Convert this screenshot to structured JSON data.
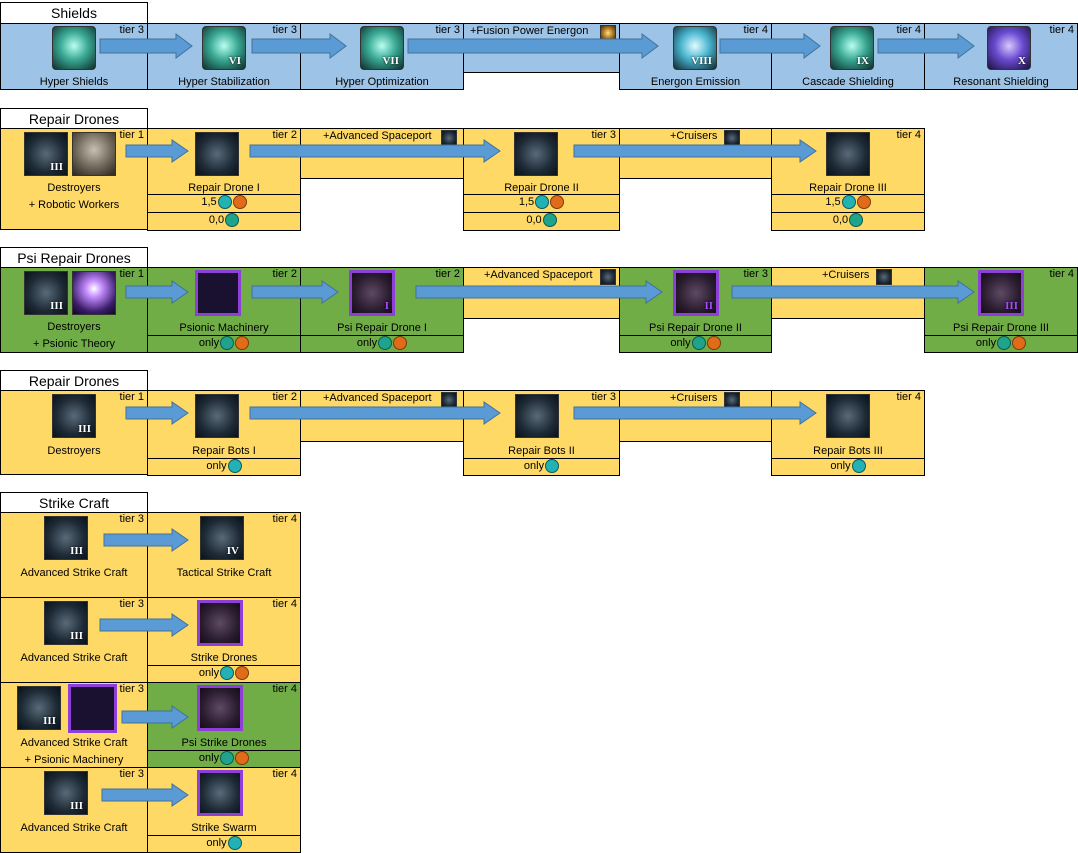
{
  "colors": {
    "blue": "#9dc3e6",
    "yellow": "#ffd966",
    "green": "#70ad47",
    "arrow": "#5b9bd5",
    "purple_border": "#8e3fd8"
  },
  "sections": {
    "shields": {
      "title": "Shields",
      "cells": [
        {
          "label": "Hyper Shields",
          "tier": "tier 3",
          "icon": "shield-icon"
        },
        {
          "label": "Hyper Stabilization",
          "tier": "tier 3",
          "icon": "shield-icon",
          "roman": "VI"
        },
        {
          "label": "Hyper Optimization",
          "tier": "tier 3",
          "icon": "shield-icon",
          "roman": "VII"
        },
        {
          "label": "Energon Emission",
          "tier": "tier 4",
          "icon": "shield-icon",
          "roman": "VIII"
        },
        {
          "label": "Cascade Shielding",
          "tier": "tier 4",
          "icon": "shield-icon",
          "roman": "IX"
        },
        {
          "label": "Resonant Shielding",
          "tier": "tier 4",
          "icon": "shield-icon",
          "roman": "X"
        }
      ],
      "requirement": "+Fusion Power Energon"
    },
    "repair_drones": {
      "title": "Repair Drones",
      "source": {
        "label": "Destroyers",
        "label2": "+ Robotic Workers",
        "tier": "tier 1",
        "roman": "III"
      },
      "cells": [
        {
          "label": "Repair Drone I",
          "tier": "tier 2",
          "cost": "1,5",
          "upkeep": "0,0"
        },
        {
          "label": "Repair Drone II",
          "tier": "tier 3",
          "cost": "1,5",
          "upkeep": "0,0"
        },
        {
          "label": "Repair Drone III",
          "tier": "tier 4",
          "cost": "1,5",
          "upkeep": "0,0"
        }
      ],
      "req1": "+Advanced Spaceport",
      "req2": "+Cruisers"
    },
    "psi_repair_drones": {
      "title": "Psi Repair Drones",
      "source": {
        "label": "Destroyers",
        "label2": "+ Psionic Theory",
        "tier": "tier 1",
        "roman": "III"
      },
      "cells": [
        {
          "label": "Psionic Machinery",
          "tier": "tier 2",
          "only": "only"
        },
        {
          "label": "Psi Repair Drone I",
          "tier": "tier 2",
          "only": "only",
          "roman": "I"
        },
        {
          "label": "Psi Repair Drone II",
          "tier": "tier 3",
          "only": "only",
          "roman": "II"
        },
        {
          "label": "Psi Repair Drone III",
          "tier": "tier 4",
          "only": "only",
          "roman": "III"
        }
      ],
      "req1": "+Advanced Spaceport",
      "req2": "+Cruisers"
    },
    "repair_bots": {
      "title": "Repair Drones",
      "source": {
        "label": "Destroyers",
        "tier": "tier 1",
        "roman": "III"
      },
      "cells": [
        {
          "label": "Repair Bots I",
          "tier": "tier 2",
          "only": "only"
        },
        {
          "label": "Repair Bots II",
          "tier": "tier 3",
          "only": "only"
        },
        {
          "label": "Repair Bots III",
          "tier": "tier 4",
          "only": "only"
        }
      ],
      "req1": "+Advanced Spaceport",
      "req2": "+Cruisers"
    },
    "strike_craft": {
      "title": "Strike Craft",
      "rows": [
        {
          "source": "Advanced Strike Craft",
          "source_tier": "tier 3",
          "target": "Tactical Strike Craft",
          "target_tier": "tier 4",
          "roman": "III",
          "target_roman": "IV"
        },
        {
          "source": "Advanced Strike Craft",
          "source_tier": "tier 3",
          "target": "Strike Drones",
          "target_tier": "tier 4",
          "only": "only",
          "roman": "III"
        },
        {
          "source": "Advanced Strike Craft",
          "source2": "+ Psionic Machinery",
          "source_tier": "tier 3",
          "target": "Psi Strike Drones",
          "target_tier": "tier 4",
          "only": "only",
          "roman": "III"
        },
        {
          "source": "Advanced Strike Craft",
          "source_tier": "tier 3",
          "target": "Strike Swarm",
          "target_tier": "tier 4",
          "only": "only",
          "roman": "III"
        }
      ]
    }
  }
}
